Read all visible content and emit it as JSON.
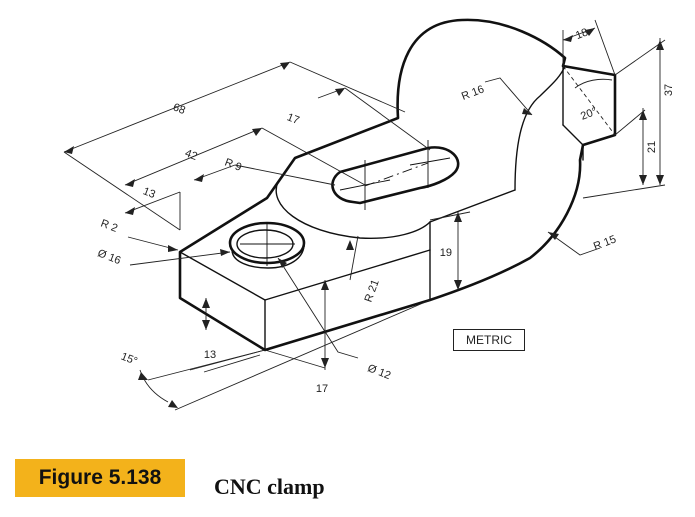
{
  "figure": {
    "number": "Figure 5.138",
    "caption": "CNC clamp",
    "units_note": "METRIC",
    "accent_color": "#f3b21b"
  },
  "dimensions": {
    "overall_length": "68",
    "slot_offset": "17",
    "slot_length": "42",
    "slot_radius": "R 9",
    "hole_offset": "13",
    "corner_radius": "R 2",
    "hole_diameter": "Ø 16",
    "arc_radius_top": "R 16",
    "tab_width": "18",
    "tab_angle": "20°",
    "total_height": "37",
    "tab_height": "21",
    "step_height": "19",
    "fillet_radius": "R 21",
    "arc_radius_right": "R 15",
    "base_thickness": "13",
    "front_length": "17",
    "bore_diameter": "Ø 12",
    "base_angle": "15°"
  }
}
